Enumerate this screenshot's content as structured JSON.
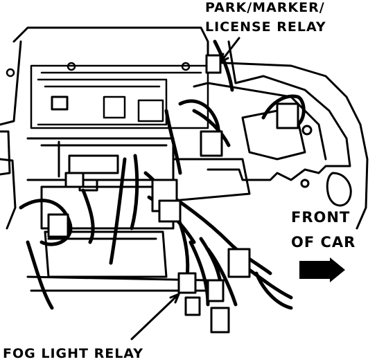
{
  "labels": {
    "park_marker_line1": "PARK/MARKER/",
    "park_marker_line2": "LICENSE RELAY",
    "front_of_car_line1": "FRONT",
    "front_of_car_line2": "OF CAR",
    "fog_light_relay": "FOG LIGHT RELAY"
  },
  "colors": {
    "ink": "#000000",
    "paper": "#ffffff"
  }
}
